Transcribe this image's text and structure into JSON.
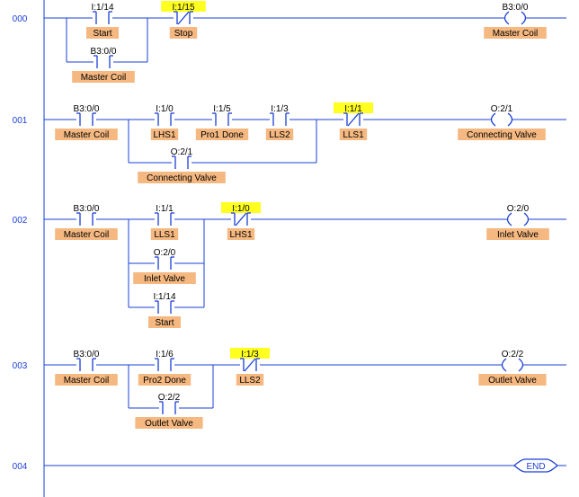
{
  "rungs": [
    {
      "number": "000",
      "main": [
        {
          "kind": "contact",
          "type": "NO",
          "address": "I:1/14",
          "label": "Start",
          "highlight": false
        },
        {
          "kind": "contact",
          "type": "NC",
          "address": "I:1/15",
          "label": "Stop",
          "highlight": true
        }
      ],
      "branches": [
        [
          {
            "kind": "contact",
            "type": "NO",
            "address": "B3:0/0",
            "label": "Master Coil",
            "highlight": false
          }
        ]
      ],
      "coil": {
        "kind": "coil",
        "address": "B3:0/0",
        "label": "Master Coil"
      }
    },
    {
      "number": "001",
      "main": [
        {
          "kind": "contact",
          "type": "NO",
          "address": "B3:0/0",
          "label": "Master Coil",
          "highlight": false
        },
        {
          "kind": "contact",
          "type": "NO",
          "address": "I:1/0",
          "label": "LHS1",
          "highlight": false
        },
        {
          "kind": "contact",
          "type": "NO",
          "address": "I:1/5",
          "label": "Pro1 Done",
          "highlight": false
        },
        {
          "kind": "contact",
          "type": "NO",
          "address": "I:1/3",
          "label": "LLS2",
          "highlight": false
        },
        {
          "kind": "contact",
          "type": "NC",
          "address": "I:1/1",
          "label": "LLS1",
          "highlight": true
        }
      ],
      "branches": [
        [
          {
            "kind": "contact",
            "type": "NO",
            "address": "O:2/1",
            "label": "Connecting Valve",
            "highlight": false
          }
        ]
      ],
      "coil": {
        "kind": "coil",
        "address": "O:2/1",
        "label": "Connecting Valve"
      }
    },
    {
      "number": "002",
      "main": [
        {
          "kind": "contact",
          "type": "NO",
          "address": "B3:0/0",
          "label": "Master Coil",
          "highlight": false
        },
        {
          "kind": "contact",
          "type": "NO",
          "address": "I:1/1",
          "label": "LLS1",
          "highlight": false
        },
        {
          "kind": "contact",
          "type": "NC",
          "address": "I:1/0",
          "label": "LHS1",
          "highlight": true
        }
      ],
      "branches": [
        [
          {
            "kind": "contact",
            "type": "NO",
            "address": "O:2/0",
            "label": "Inlet Valve",
            "highlight": false
          }
        ],
        [
          {
            "kind": "contact",
            "type": "NO",
            "address": "I:1/14",
            "label": "Start",
            "highlight": false
          }
        ]
      ],
      "coil": {
        "kind": "coil",
        "address": "O:2/0",
        "label": "Inlet Valve"
      }
    },
    {
      "number": "003",
      "main": [
        {
          "kind": "contact",
          "type": "NO",
          "address": "B3:0/0",
          "label": "Master Coil",
          "highlight": false
        },
        {
          "kind": "contact",
          "type": "NO",
          "address": "I:1/6",
          "label": "Pro2 Done",
          "highlight": false
        },
        {
          "kind": "contact",
          "type": "NC",
          "address": "I:1/3",
          "label": "LLS2",
          "highlight": true
        }
      ],
      "branches": [
        [
          {
            "kind": "contact",
            "type": "NO",
            "address": "O:2/2",
            "label": "Outlet Valve",
            "highlight": false
          }
        ]
      ],
      "coil": {
        "kind": "coil",
        "address": "O:2/2",
        "label": "Outlet Valve"
      }
    },
    {
      "number": "004",
      "main": [],
      "branches": [],
      "coil": {
        "kind": "end",
        "label": "END"
      }
    }
  ],
  "colors": {
    "wire": "#1a3fd6",
    "label_box": "#f5b880",
    "highlight": "#ffff20"
  }
}
